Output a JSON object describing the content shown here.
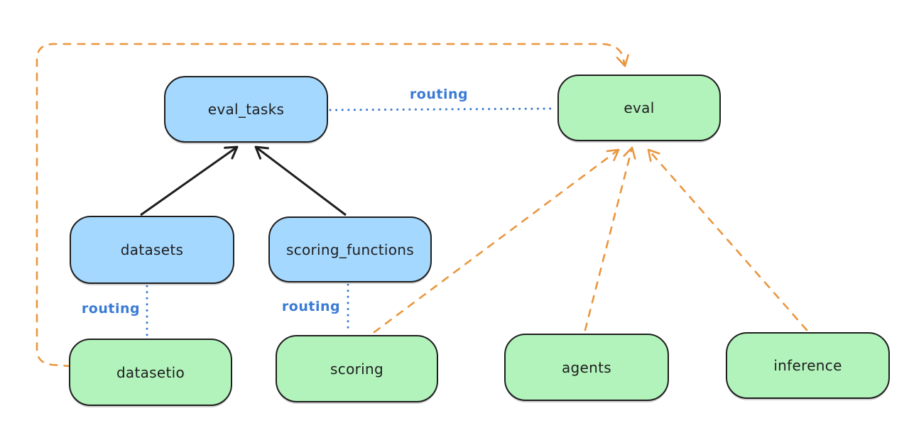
{
  "diagram": {
    "background": "#ffffff",
    "colors": {
      "resource_box_fill": "#a5d8ff",
      "provider_box_fill": "#b2f2bb",
      "box_border": "#1e1e1e",
      "routing_line": "#3a7bd5",
      "dependency_line": "#ea963e",
      "solid_arrow": "#1e1e1e"
    },
    "nodes": [
      {
        "id": "eval_tasks",
        "label": "eval_tasks",
        "fill": "#a5d8ff"
      },
      {
        "id": "eval",
        "label": "eval",
        "fill": "#b2f2bb"
      },
      {
        "id": "datasets",
        "label": "datasets",
        "fill": "#a5d8ff"
      },
      {
        "id": "scoring_functions",
        "label": "scoring_functions",
        "fill": "#a5d8ff"
      },
      {
        "id": "datasetio",
        "label": "datasetio",
        "fill": "#b2f2bb"
      },
      {
        "id": "scoring",
        "label": "scoring",
        "fill": "#b2f2bb"
      },
      {
        "id": "agents",
        "label": "agents",
        "fill": "#b2f2bb"
      },
      {
        "id": "inference",
        "label": "inference",
        "fill": "#b2f2bb"
      }
    ],
    "edges": [
      {
        "from": "datasets",
        "to": "eval_tasks",
        "style": "solid-arrow",
        "color": "#1e1e1e",
        "label": ""
      },
      {
        "from": "scoring_functions",
        "to": "eval_tasks",
        "style": "solid-arrow",
        "color": "#1e1e1e",
        "label": ""
      },
      {
        "from": "eval_tasks",
        "to": "eval",
        "style": "dotted",
        "color": "#3a7bd5",
        "label": "routing"
      },
      {
        "from": "datasets",
        "to": "datasetio",
        "style": "dotted",
        "color": "#3a7bd5",
        "label": "routing"
      },
      {
        "from": "scoring_functions",
        "to": "scoring",
        "style": "dotted",
        "color": "#3a7bd5",
        "label": "routing"
      },
      {
        "from": "scoring",
        "to": "eval",
        "style": "dashed-arrow",
        "color": "#ea963e",
        "label": ""
      },
      {
        "from": "agents",
        "to": "eval",
        "style": "dashed-arrow",
        "color": "#ea963e",
        "label": ""
      },
      {
        "from": "inference",
        "to": "eval",
        "style": "dashed-arrow",
        "color": "#ea963e",
        "label": ""
      },
      {
        "from": "datasetio",
        "to": "eval",
        "style": "dashed-arrow",
        "color": "#ea963e",
        "label": ""
      }
    ],
    "labels": {
      "routing": "routing"
    }
  }
}
